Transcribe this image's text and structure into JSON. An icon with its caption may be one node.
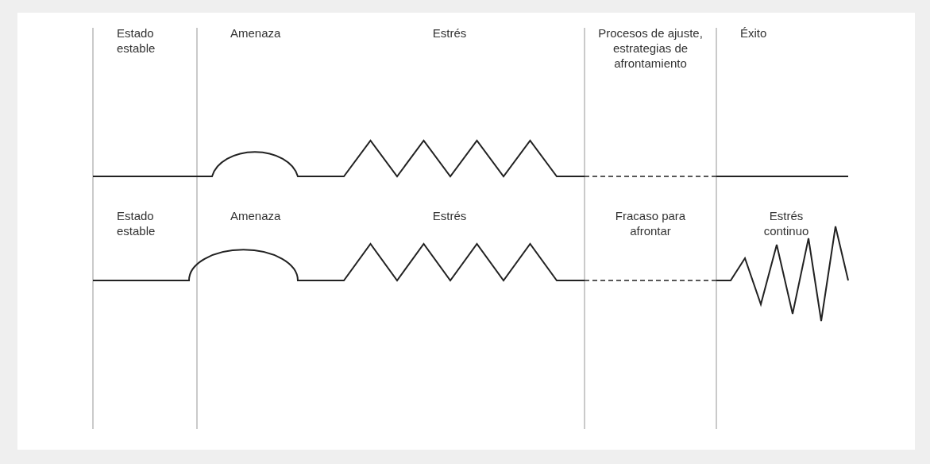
{
  "diagram": {
    "labels": [
      "Estado estable",
      "Amenaza",
      "Estrés",
      "Procesos de ajuste, estrategias de afrontamiento",
      "Éxito",
      "Estado estable",
      "Amenaza",
      "Estrés",
      "Fracaso para afrontar",
      "Estrés continuo"
    ]
  }
}
